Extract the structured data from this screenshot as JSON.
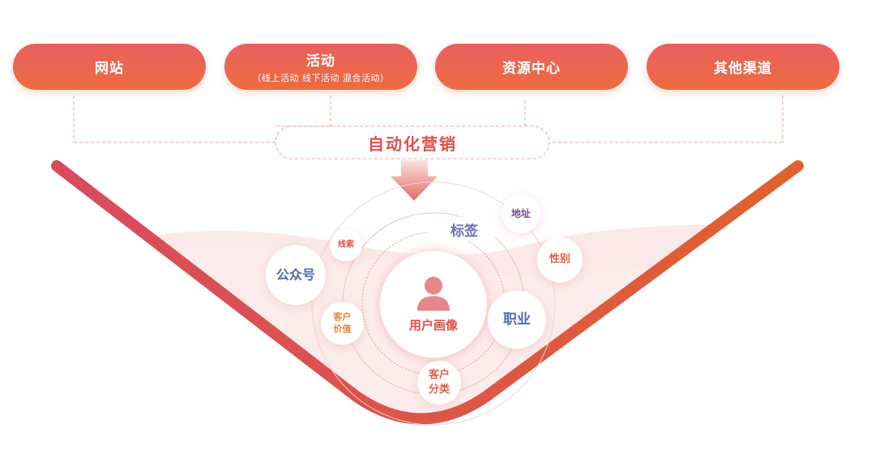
{
  "channels": [
    {
      "title": "网站",
      "subtitle": ""
    },
    {
      "title": "活动",
      "subtitle": "（线上活动 线下活动 混合活动）"
    },
    {
      "title": "资源中心",
      "subtitle": ""
    },
    {
      "title": "其他渠道",
      "subtitle": ""
    }
  ],
  "center": {
    "label": "自动化营销"
  },
  "portrait": {
    "label": "用户画像",
    "icon": "user-icon"
  },
  "tag": {
    "label": "标签"
  },
  "bubbles": {
    "gongzhonghao": "公众号",
    "xiansuo": "线索",
    "kehu_jiazhi_1": "客户",
    "kehu_jiazhi_2": "价值",
    "kehu_fenlei_1": "客户",
    "kehu_fenlei_2": "分类",
    "zhiye": "职业",
    "xingbie": "性别",
    "dizhi": "地址"
  },
  "colors": {
    "pill_top": "#e9605f",
    "pill_bottom": "#ec6c3f",
    "funnel_left": "#d94a5e",
    "funnel_right": "#e0622e",
    "accent_text": "#e0504a",
    "blue_text": "#4a6fb5",
    "purple_text": "#7a4aa0"
  }
}
